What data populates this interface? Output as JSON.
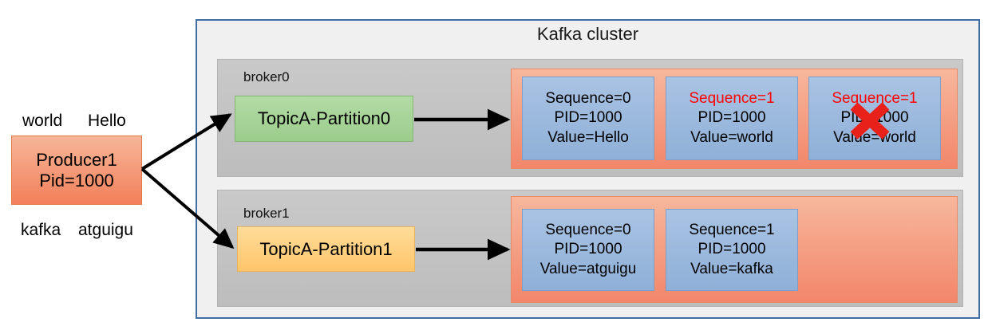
{
  "diagram": {
    "title": "Kafka cluster",
    "producer": {
      "name": "Producer1",
      "pid": "Pid=1000",
      "labels_top": [
        "world",
        "Hello"
      ],
      "labels_bottom": [
        "kafka",
        "atguigu"
      ]
    },
    "brokers": [
      {
        "name": "broker0",
        "partition": "TopicA-Partition0",
        "messages": [
          {
            "sequence": "Sequence=0",
            "pid": "PID=1000",
            "value": "Value=Hello",
            "alert": false,
            "rejected": false
          },
          {
            "sequence": "Sequence=1",
            "pid": "PID=1000",
            "value": "Value=world",
            "alert": true,
            "rejected": false
          },
          {
            "sequence": "Sequence=1",
            "pid": "PID=1000",
            "value": "Value=world",
            "alert": true,
            "rejected": true
          }
        ]
      },
      {
        "name": "broker1",
        "partition": "TopicA-Partition1",
        "messages": [
          {
            "sequence": "Sequence=0",
            "pid": "PID=1000",
            "value": "Value=atguigu",
            "alert": false,
            "rejected": false
          },
          {
            "sequence": "Sequence=1",
            "pid": "PID=1000",
            "value": "Value=kafka",
            "alert": false,
            "rejected": false
          }
        ]
      }
    ],
    "colors": {
      "cluster_border": "#3f6ea5",
      "cluster_fill": "#f0f0f0",
      "broker_fill": "#c3c3c3",
      "producer_fill": "#f2805a",
      "partition0_fill": "#9ccd8c",
      "partition1_fill": "#ffc56b",
      "log_fill": "#f2866a",
      "message_fill": "#8fb0d8",
      "alert_text": "#ff0000",
      "reject_mark": "#e8211b",
      "arrow": "#000000"
    }
  }
}
